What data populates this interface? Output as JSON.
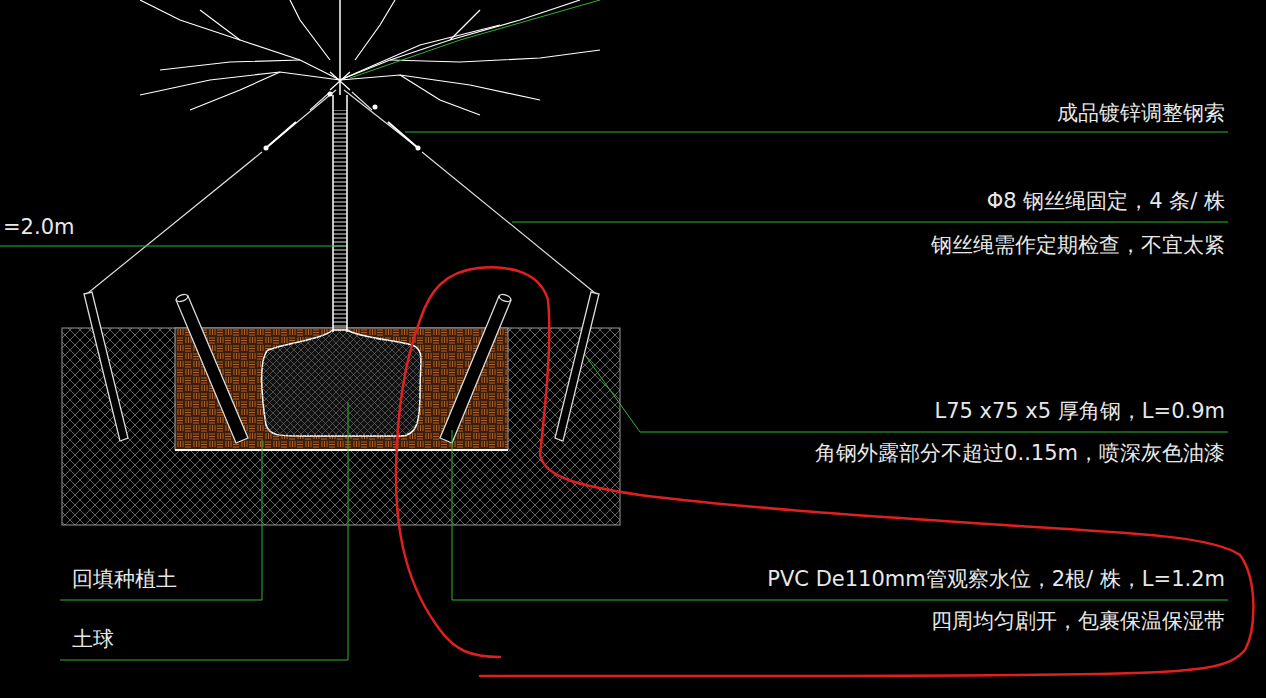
{
  "diagram": {
    "labels": [
      "成品镀锌调整钢索",
      "Φ8 钢丝绳固定，4 条/ 株",
      "钢丝绳需作定期检查，不宜太紧",
      "=2.0m",
      "L75 x75 x5 厚角钢，L=0.9m",
      "角钢外露部分不超过0..15m，喷深灰色油漆",
      "回填种植土",
      "土球",
      "PVC  De110mm管观察水位，2根/ 株，L=1.2m",
      "四周均匀剧开，包裹保温保湿带"
    ]
  }
}
